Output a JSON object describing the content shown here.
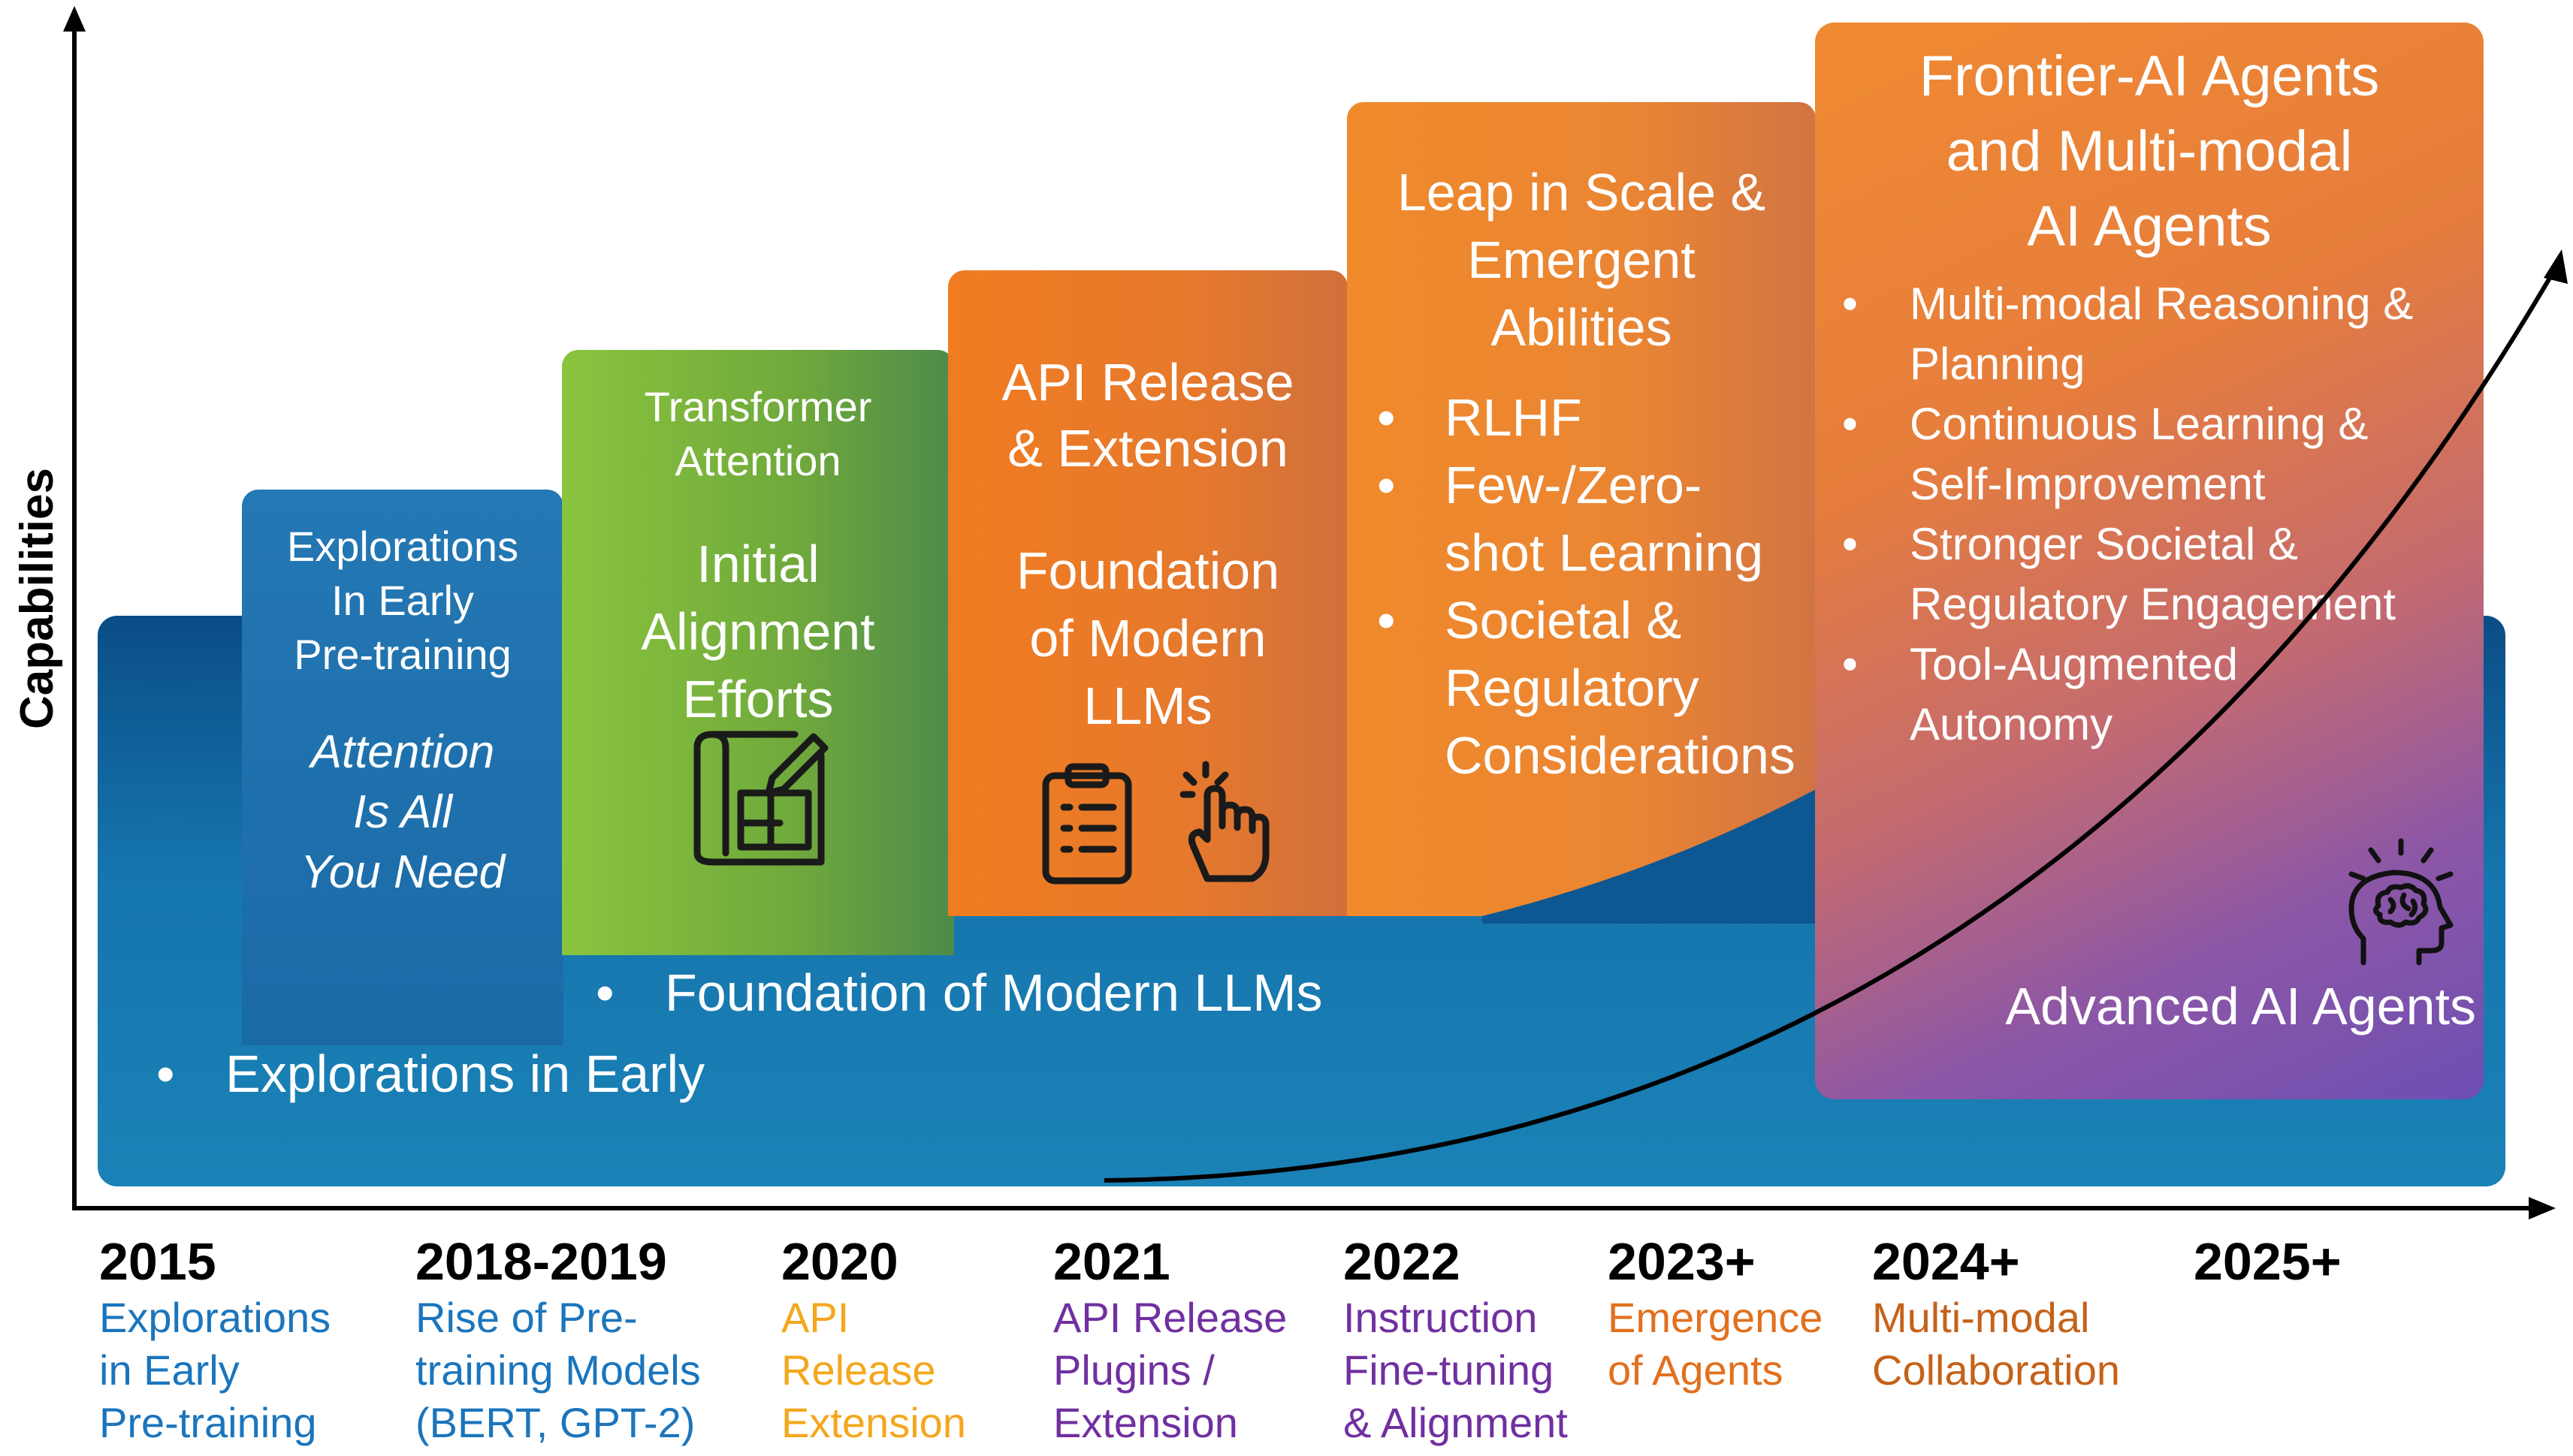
{
  "axes": {
    "y_label": "Capabilities"
  },
  "band": {
    "bullet_1": "Explorations in Early",
    "bullet_2": "Foundation of Modern LLMs"
  },
  "blocks": [
    {
      "heading_lines": [
        "Explorations",
        "In Early",
        "Pre-training"
      ],
      "italic_lines": [
        "Attention",
        "Is All",
        "You Need"
      ]
    },
    {
      "heading_lines": [
        "Transformer",
        "Attention"
      ],
      "sub_lines": [
        "Initial",
        "Alignment",
        "Efforts"
      ],
      "icon": "blueprint-pencil-icon"
    },
    {
      "heading_lines": [
        "API Release",
        "& Extension"
      ],
      "sub_lines": [
        "Foundation",
        "of Modern",
        "LLMs"
      ],
      "icons": [
        "clipboard-list-icon",
        "hand-click-icon"
      ]
    },
    {
      "heading_lines": [
        "Leap in Scale &",
        "Emergent",
        "Abilities"
      ],
      "bullets": [
        {
          "lines": [
            "RLHF"
          ]
        },
        {
          "lines": [
            "Few-/Zero-",
            "shot Learning"
          ]
        },
        {
          "lines": [
            "Societal &",
            "Regulatory",
            "Considerations"
          ]
        }
      ]
    },
    {
      "heading_lines": [
        "Frontier-AI Agents",
        "and Multi-modal",
        "AI Agents"
      ],
      "bullets": [
        {
          "lines": [
            "Multi-modal Reasoning &",
            "Planning"
          ]
        },
        {
          "lines": [
            "Continuous Learning &",
            "Self-Improvement"
          ]
        },
        {
          "lines": [
            "Stronger Societal &",
            "Regulatory Engagement"
          ]
        },
        {
          "lines": [
            "Tool-Augmented",
            "Autonomy"
          ]
        }
      ],
      "icon": "brain-head-icon",
      "footer": "Advanced AI Agents"
    }
  ],
  "timeline": [
    {
      "year": "2015",
      "desc_lines": [
        "Explorations",
        "in Early",
        "Pre-training"
      ],
      "color": "#1b75bc"
    },
    {
      "year": "2018-2019",
      "desc_lines": [
        "Rise of Pre-",
        "training Models",
        "(BERT, GPT-2)"
      ],
      "color": "#1b75bc"
    },
    {
      "year": "2020",
      "desc_lines": [
        "API",
        "Release",
        "Extension"
      ],
      "color": "#f4a71d"
    },
    {
      "year": "2021",
      "desc_lines": [
        "API Release",
        "Plugins /",
        "Extension"
      ],
      "color": "#7030a0"
    },
    {
      "year": "2022",
      "desc_lines": [
        "Instruction",
        "Fine-tuning",
        "& Alignment"
      ],
      "color": "#7030a0"
    },
    {
      "year": "2023+",
      "desc_lines": [
        "Emergence",
        "of Agents"
      ],
      "color": "#e2701d"
    },
    {
      "year": "2024+",
      "desc_lines": [
        "Multi-modal",
        "Collaboration"
      ],
      "color": "#c5621a"
    },
    {
      "year": "2025+",
      "desc_lines": [],
      "color": "#000000"
    }
  ]
}
